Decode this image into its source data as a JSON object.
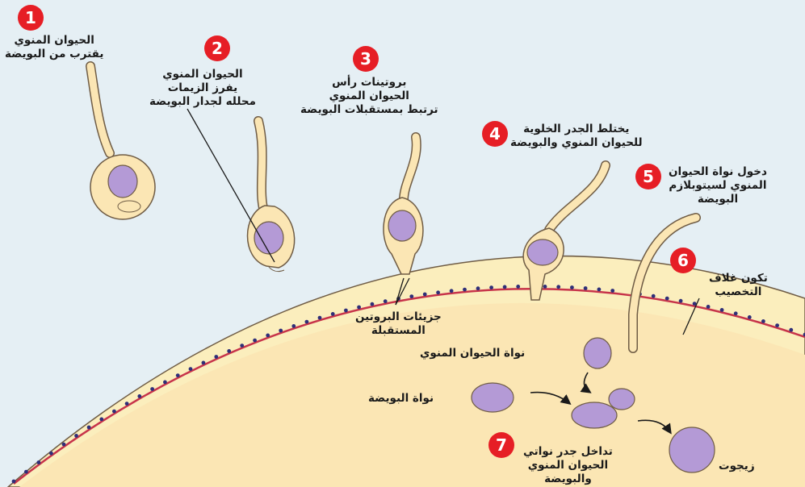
{
  "colors": {
    "background": "#e5eff4",
    "egg": "#fbe6b4",
    "zona": "#fbeebd",
    "membrane_red": "#c7344a",
    "membrane_blue": "#2f2f78",
    "nucleus": "#b49ad6",
    "badge": "#e61e25",
    "outline": "#6f5c45"
  },
  "steps": [
    {
      "number": "1",
      "lines": [
        "الحيوان المنوي",
        "يقترب من البويضة"
      ]
    },
    {
      "number": "2",
      "lines": [
        "الحيوان المنوي",
        "يفرز الزيمات",
        "محلله لجدار البويضة"
      ]
    },
    {
      "number": "3",
      "lines": [
        "بروتينات رأس",
        "الحيوان المنوي",
        "ترتبط بمستقبلات البويضة"
      ]
    },
    {
      "number": "4",
      "lines": [
        "يختلط الجدر الخلوية",
        "للحيوان المنوي والبويضة"
      ]
    },
    {
      "number": "5",
      "lines": [
        "دخول نواة الحيوان",
        "المنوي لسيتوبلازم",
        "البويضة"
      ]
    },
    {
      "number": "6",
      "lines": [
        "تكون غلاف",
        "التخصيب"
      ]
    },
    {
      "number": "7",
      "lines": [
        "تداخل جدر نواتي",
        "الحيوان المنوي",
        "والبويضة"
      ]
    }
  ],
  "labels": {
    "receptor_proteins": [
      "جزيئات البروتين",
      "المستقبلة"
    ],
    "sperm_nucleus": "نواة الحيوان المنوي",
    "egg_nucleus": "نواة البويضة",
    "zygote": "زيجوت"
  }
}
